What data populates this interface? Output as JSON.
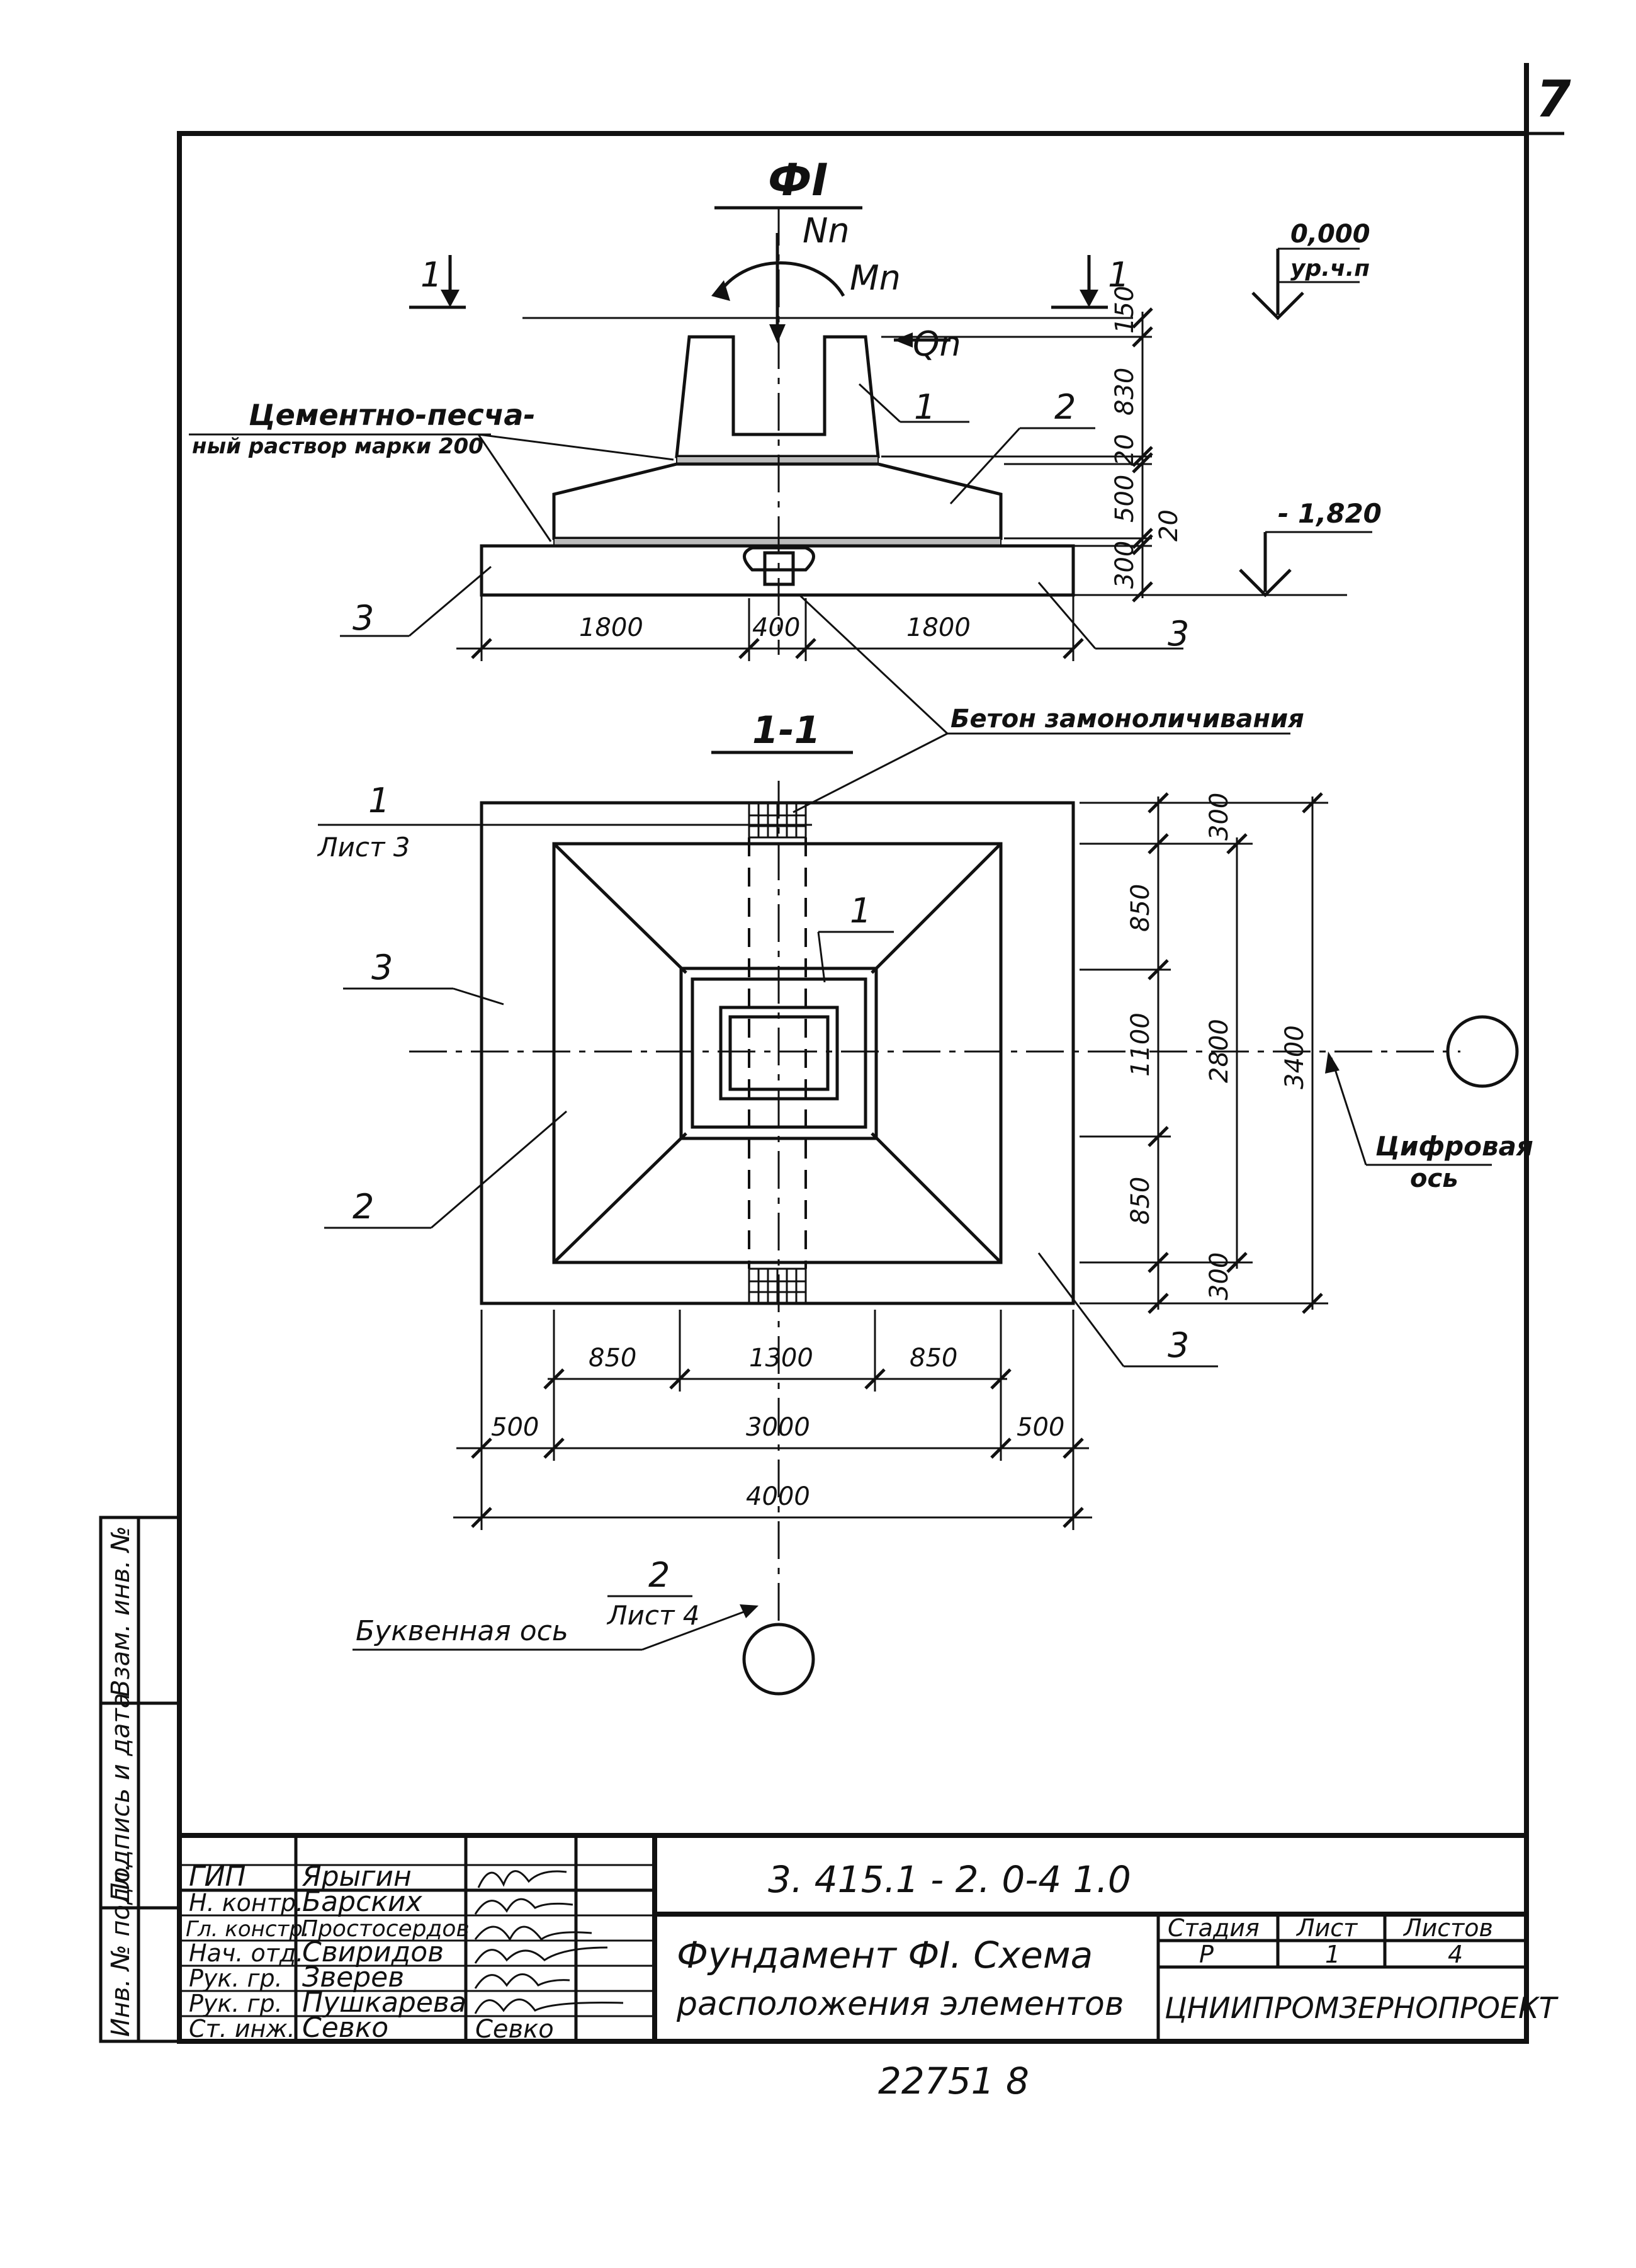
{
  "sheet": {
    "corner_number": "7",
    "bottom_number": "22751   8"
  },
  "elevation": {
    "title": "ФI",
    "section_marks": [
      "1",
      "1"
    ],
    "loads": {
      "N": "Nn",
      "M": "Mn",
      "Q": "Qn"
    },
    "level_top": {
      "value": "0,000",
      "label": "ур.ч.п"
    },
    "level_bottom": "- 1,820",
    "mortar_note_line1": "Цементно-песча-",
    "mortar_note_line2": "ный раствор марки 200",
    "grout_note": "Бетон замоноличивания",
    "positions": [
      "1",
      "2",
      "3",
      "3"
    ],
    "vertical_dims": [
      "150",
      "830",
      "20",
      "500",
      "20",
      "300"
    ],
    "horizontal_dims": [
      "1800",
      "400",
      "1800"
    ]
  },
  "plan": {
    "title": "1-1",
    "ref_top": {
      "num": "1",
      "sheet": "Лист 3"
    },
    "ref_bottom": {
      "num": "2",
      "sheet": "Лист 4"
    },
    "positions": [
      "1",
      "3",
      "2",
      "3"
    ],
    "right_dims": [
      "300",
      "850",
      "1100",
      "850",
      "300"
    ],
    "right_total_inner": "2800",
    "right_total_outer": "3400",
    "bottom_row1": [
      "850",
      "1300",
      "850"
    ],
    "bottom_row2": [
      "500",
      "3000",
      "500"
    ],
    "bottom_total": "4000",
    "digital_axis_line1": "Цифровая",
    "digital_axis_line2": "ось",
    "letter_axis": "Буквенная ось"
  },
  "side_stamp": [
    "Инв. № подл.",
    "Подпись и дата",
    "Взам. инв. №"
  ],
  "title_block": {
    "code": "3. 415.1 - 2. 0-4   1.0",
    "name_line1": "Фундамент ФI. Схема",
    "name_line2": "расположения  элементов",
    "stage_header": "Стадия",
    "sheet_header": "Лист",
    "sheets_header": "Листов",
    "stage": "Р",
    "sheet": "1",
    "sheets": "4",
    "org": "ЦНИИПРОМЗЕРНОПРОЕКТ",
    "staff": [
      {
        "role": "ГИП",
        "name": "Ярыгин"
      },
      {
        "role": "Н. контр.",
        "name": "Барских"
      },
      {
        "role": "Гл. констр.",
        "name": "Простосердов"
      },
      {
        "role": "Нач. отд.",
        "name": "Свиридов"
      },
      {
        "role": "Рук. гр.",
        "name": "Зверев"
      },
      {
        "role": "Рук. гр.",
        "name": "Пушкарева"
      },
      {
        "role": "Ст. инж.",
        "name": "Севко"
      }
    ],
    "signatures": [
      "Мир",
      "Барс",
      "Прост",
      "Свир",
      "Звер",
      "Пушк",
      "Севко"
    ]
  }
}
